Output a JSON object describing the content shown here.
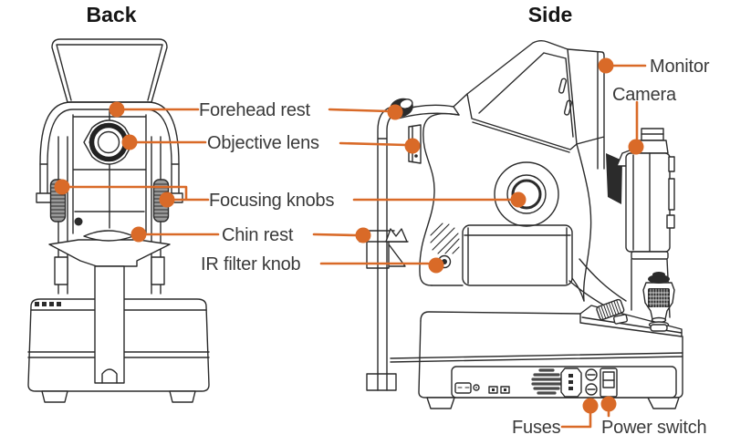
{
  "titles": {
    "back": "Back",
    "side": "Side"
  },
  "labels": {
    "forehead_rest": "Forehead rest",
    "objective_lens": "Objective lens",
    "focusing_knobs": "Focusing knobs",
    "chin_rest": "Chin rest",
    "ir_filter_knob": "IR filter knob",
    "monitor": "Monitor",
    "camera": "Camera",
    "fuses": "Fuses",
    "power_switch": "Power switch"
  },
  "colors": {
    "accent": "#D96A28",
    "line_art": "#2B2B2B",
    "label_text": "#3A3A3A",
    "title_text": "#151515",
    "background": "#FFFFFF"
  },
  "views": [
    "Back",
    "Side"
  ]
}
